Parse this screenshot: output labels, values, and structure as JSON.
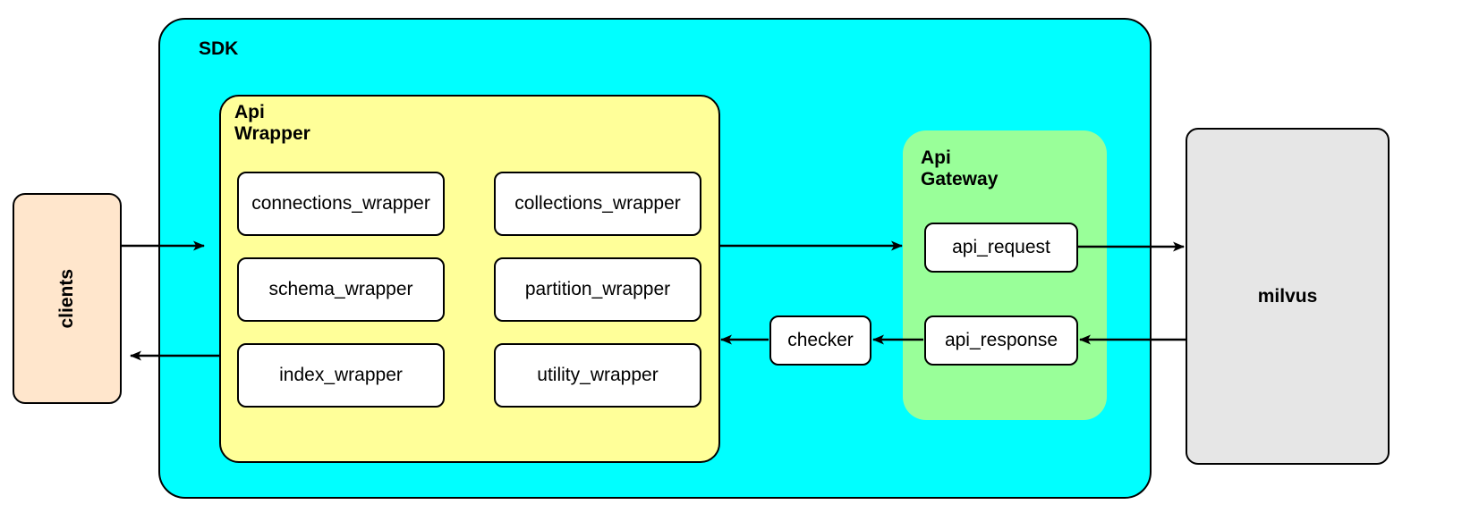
{
  "diagram": {
    "title_regions": {
      "sdk": "SDK",
      "api_wrapper": "Api\nWrapper",
      "api_gateway": "Api\nGateway"
    },
    "external": {
      "clients": "clients",
      "milvus": "milvus"
    },
    "api_wrapper_modules": [
      {
        "id": "connections-wrapper",
        "label": "connections_wrapper"
      },
      {
        "id": "collections-wrapper",
        "label": "collections_wrapper"
      },
      {
        "id": "schema-wrapper",
        "label": "schema_wrapper"
      },
      {
        "id": "partition-wrapper",
        "label": "partition_wrapper"
      },
      {
        "id": "index-wrapper",
        "label": "index_wrapper"
      },
      {
        "id": "utility-wrapper",
        "label": "utility_wrapper"
      }
    ],
    "api_gateway_modules": [
      {
        "id": "api-request",
        "label": "api_request"
      },
      {
        "id": "api-response",
        "label": "api_response"
      }
    ],
    "checker": {
      "id": "checker",
      "label": "checker"
    },
    "colors": {
      "sdk_fill": "#00ffff",
      "api_wrapper_fill": "#ffff99",
      "api_gateway_fill": "#99ff99",
      "clients_fill": "#ffe6cc",
      "milvus_fill": "#e6e6e6",
      "node_fill": "#ffffff",
      "stroke": "#000000",
      "page_background": "#ffffff"
    },
    "flows": [
      {
        "id": "clients-to-api-wrapper",
        "from": "clients",
        "to": "api_wrapper",
        "direction": "right"
      },
      {
        "id": "api-wrapper-to-gateway",
        "from": "api_wrapper",
        "to": "api_gateway",
        "direction": "right"
      },
      {
        "id": "api-request-to-milvus",
        "from": "api_request",
        "to": "milvus",
        "direction": "right"
      },
      {
        "id": "milvus-to-api-response",
        "from": "milvus",
        "to": "api_response",
        "direction": "left"
      },
      {
        "id": "api-response-to-checker",
        "from": "api_response",
        "to": "checker",
        "direction": "left"
      },
      {
        "id": "checker-to-api-wrapper",
        "from": "checker",
        "to": "api_wrapper",
        "direction": "left"
      },
      {
        "id": "api-wrapper-to-clients",
        "from": "api_wrapper",
        "to": "clients",
        "direction": "left"
      }
    ]
  }
}
